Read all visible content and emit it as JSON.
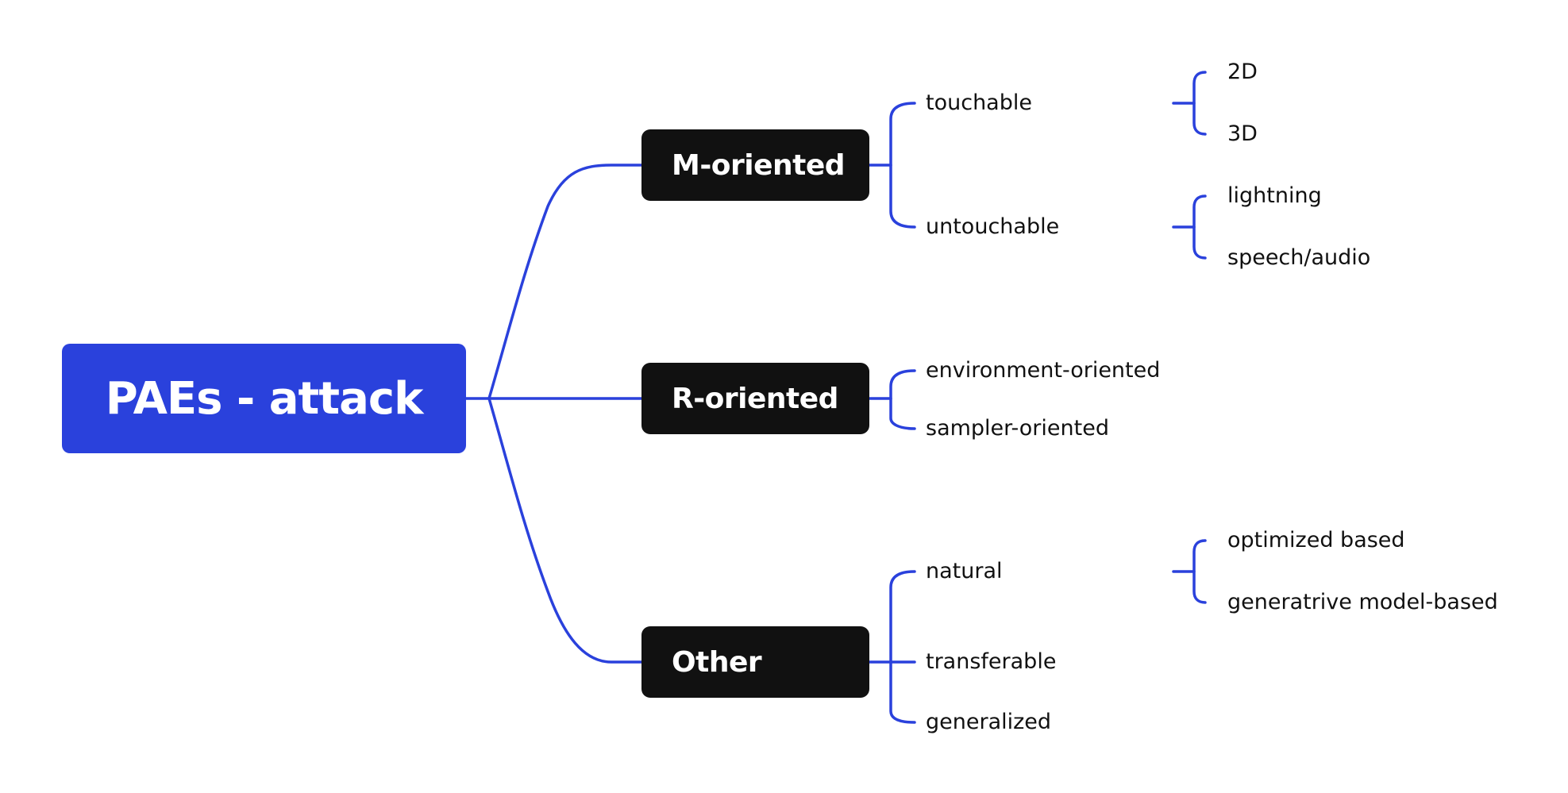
{
  "root": {
    "label": "PAEs - attack"
  },
  "categories": [
    {
      "label": "M-oriented",
      "children": [
        {
          "label": "touchable",
          "children": [
            "2D",
            "3D"
          ]
        },
        {
          "label": "untouchable",
          "children": [
            "lightning",
            "speech/audio"
          ]
        }
      ]
    },
    {
      "label": "R-oriented",
      "children": [
        {
          "label": "environment-oriented",
          "children": []
        },
        {
          "label": "sampler-oriented",
          "children": []
        }
      ]
    },
    {
      "label": "Other",
      "children": [
        {
          "label": "natural",
          "children": [
            "optimized based",
            "generatrive model-based"
          ]
        },
        {
          "label": "transferable",
          "children": []
        },
        {
          "label": "generalized",
          "children": []
        }
      ]
    }
  ],
  "colors": {
    "connector": "#2a41dc",
    "root_fill": "#2a41dc",
    "category_fill": "#111111",
    "text": "#111111"
  }
}
